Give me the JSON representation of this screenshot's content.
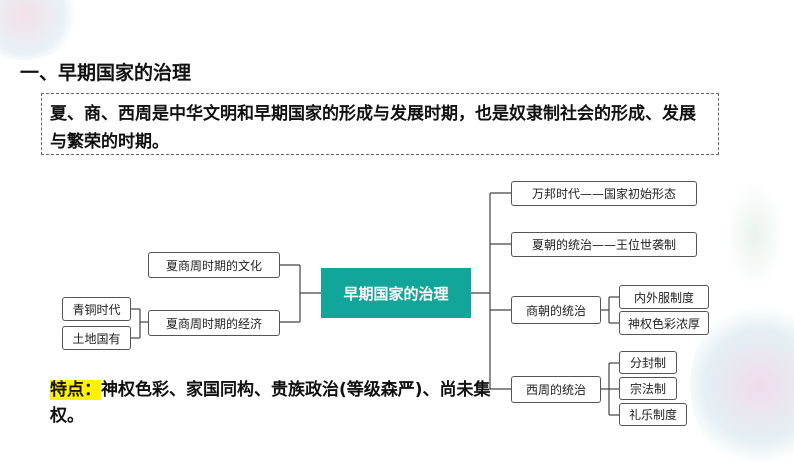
{
  "section_title": "一、早期国家的治理",
  "intro_text": "夏、商、西周是中华文明和早期国家的形成与发展时期，也是奴隶制社会的形成、发展与繁荣的时期。",
  "mindmap": {
    "center": "早期国家的治理",
    "left": [
      {
        "label": "夏商周时期的文化",
        "children": []
      },
      {
        "label": "夏商周时期的经济",
        "children": [
          "青铜时代",
          "土地国有"
        ]
      }
    ],
    "right": [
      {
        "label": "万邦时代——国家初始形态",
        "children": []
      },
      {
        "label": "夏朝的统治——王位世袭制",
        "children": []
      },
      {
        "label": "商朝的统治",
        "children": [
          "内外服制度",
          "神权色彩浓厚"
        ]
      },
      {
        "label": "西周的统治",
        "children": [
          "分封制",
          "宗法制",
          "礼乐制度"
        ]
      }
    ],
    "colors": {
      "center_fill": "#12a69a",
      "border": "#555555",
      "line": "#444444"
    }
  },
  "feature": {
    "label": "特点：",
    "text": "神权色彩、家国同构、贵族政治(等级森严)、尚未集权。",
    "highlight_color": "#fff200"
  }
}
